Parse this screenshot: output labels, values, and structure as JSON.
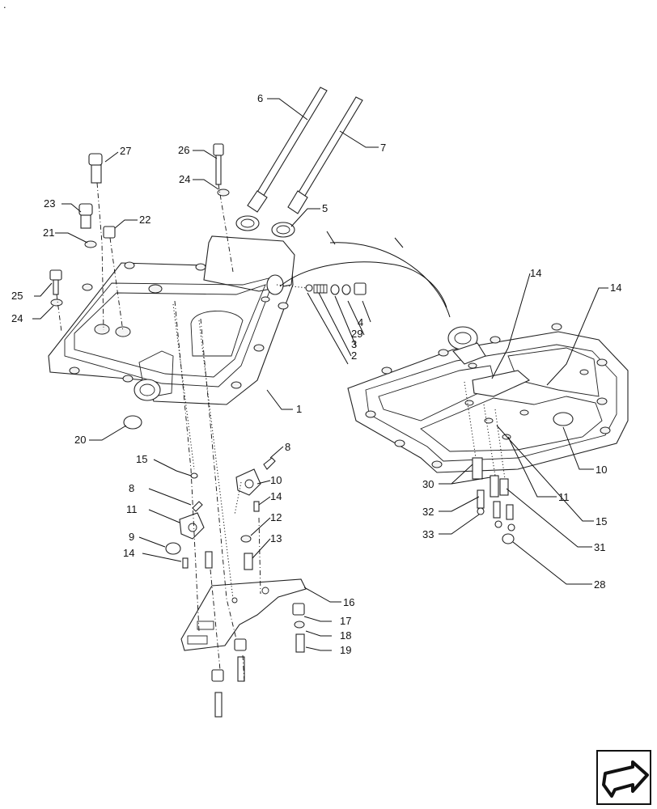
{
  "callouts": [
    {
      "id": "c1",
      "text": "1"
    },
    {
      "id": "c2",
      "text": "2"
    },
    {
      "id": "c3",
      "text": "3"
    },
    {
      "id": "c4",
      "text": "4"
    },
    {
      "id": "c5",
      "text": "5"
    },
    {
      "id": "c6",
      "text": "6"
    },
    {
      "id": "c7",
      "text": "7"
    },
    {
      "id": "c8a",
      "text": "8"
    },
    {
      "id": "c8b",
      "text": "8"
    },
    {
      "id": "c9",
      "text": "9"
    },
    {
      "id": "c10a",
      "text": "10"
    },
    {
      "id": "c10b",
      "text": "10"
    },
    {
      "id": "c11a",
      "text": "11"
    },
    {
      "id": "c11b",
      "text": "11"
    },
    {
      "id": "c12",
      "text": "12"
    },
    {
      "id": "c13",
      "text": "13"
    },
    {
      "id": "c14a",
      "text": "14"
    },
    {
      "id": "c14b",
      "text": "14"
    },
    {
      "id": "c14c",
      "text": "14"
    },
    {
      "id": "c14d",
      "text": "14"
    },
    {
      "id": "c15a",
      "text": "15"
    },
    {
      "id": "c15b",
      "text": "15"
    },
    {
      "id": "c16",
      "text": "16"
    },
    {
      "id": "c17",
      "text": "17"
    },
    {
      "id": "c18",
      "text": "18"
    },
    {
      "id": "c19",
      "text": "19"
    },
    {
      "id": "c20",
      "text": "20"
    },
    {
      "id": "c21",
      "text": "21"
    },
    {
      "id": "c22",
      "text": "22"
    },
    {
      "id": "c23",
      "text": "23"
    },
    {
      "id": "c24a",
      "text": "24"
    },
    {
      "id": "c24b",
      "text": "24"
    },
    {
      "id": "c25",
      "text": "25"
    },
    {
      "id": "c26",
      "text": "26"
    },
    {
      "id": "c27",
      "text": "27"
    },
    {
      "id": "c28",
      "text": "28"
    },
    {
      "id": "c29",
      "text": "29"
    },
    {
      "id": "c30",
      "text": "30"
    },
    {
      "id": "c31",
      "text": "31"
    },
    {
      "id": "c32",
      "text": "32"
    },
    {
      "id": "c33",
      "text": "33"
    }
  ],
  "corner_mark": "."
}
